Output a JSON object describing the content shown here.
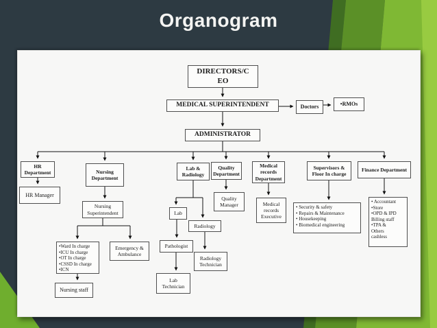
{
  "slide": {
    "title": "Organogram"
  },
  "colors": {
    "background": "#2d3a42",
    "ribbon_dark": "#3f6d22",
    "ribbon_mid": "#5b9027",
    "ribbon_light": "#7fb834",
    "ribbon_bright": "#98cb41",
    "panel": "#f7f7f6",
    "box_border": "#4d4d4d"
  },
  "org": {
    "nodes": {
      "directors_ceo": {
        "label": "DIRECTORS/C\nEO"
      },
      "medical_superintendent": {
        "label": "MEDICAL SUPERINTENDENT"
      },
      "doctors": {
        "label": "Doctors"
      },
      "rmos": {
        "label": "•RMOs"
      },
      "administrator": {
        "label": "ADMINISTRATOR"
      },
      "hr_department": {
        "label": "HR\nDepartment"
      },
      "nursing_department": {
        "label": "Nursing\nDepartment"
      },
      "lab_radiology": {
        "label": "Lab &\nRadiology"
      },
      "quality_department": {
        "label": "Quality\nDepartment"
      },
      "medical_records_department": {
        "label": "Medical\nrecords\nDepartment"
      },
      "supervisors_floor": {
        "label": "Supervisors &\nFloor In charge"
      },
      "finance_department": {
        "label": "Finance Department"
      },
      "hr_manager": {
        "label": "HR Manager"
      },
      "nursing_superintendent": {
        "label": "Nursing\nSuperintendent"
      },
      "ward_incharge_list": {
        "label": "•Ward In charge\n•ICU In charge\n•OT In charge\n•CSSD In charge\n•ICN"
      },
      "emergency_ambulance": {
        "label": "Emergency &\nAmbulance"
      },
      "nursing_staff": {
        "label": "Nursing staff"
      },
      "lab": {
        "label": "Lab"
      },
      "radiology": {
        "label": "Radiology"
      },
      "pathologist": {
        "label": "Pathologist"
      },
      "lab_technician": {
        "label": "Lab\nTechnician"
      },
      "radiology_technician": {
        "label": "Radiology\nTechnician"
      },
      "quality_manager": {
        "label": "Quality\nManager"
      },
      "medical_records_executive": {
        "label": "Medical\nrecords\nExecutive"
      },
      "supervisors_list": {
        "label": "• Security & safety\n• Repairs & Maintenance\n• Housekeeping\n• Biomedical engineering"
      },
      "finance_list": {
        "label": "• Accountant\n•Store\n•OPD & IPD\nBilling staff\n•TPA &\nOthers\ncashless"
      }
    }
  }
}
